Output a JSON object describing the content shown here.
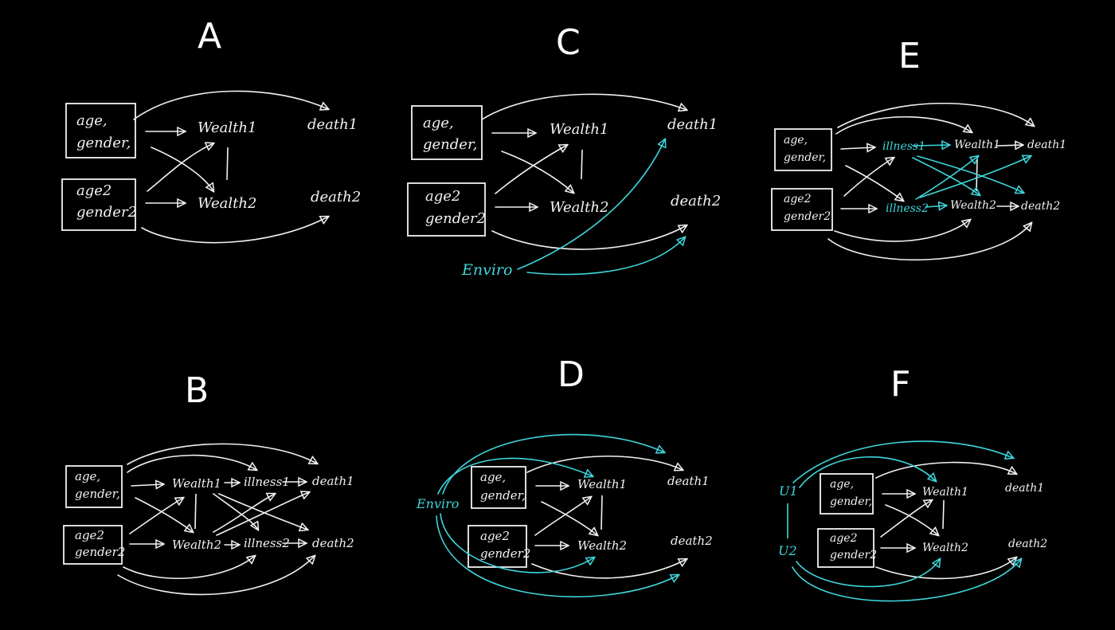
{
  "panels": {
    "A": {
      "letter": "A",
      "age1": "age,",
      "gender1": "gender,",
      "age2": "age2",
      "gender2": "gender2",
      "wealth1": "Wealth1",
      "wealth2": "Wealth2",
      "death1": "death1",
      "death2": "death2"
    },
    "B": {
      "letter": "B",
      "age1": "age,",
      "gender1": "gender,",
      "age2": "age2",
      "gender2": "gender2",
      "wealth1": "Wealth1",
      "wealth2": "Wealth2",
      "illness1": "illness1",
      "illness2": "illness2",
      "death1": "death1",
      "death2": "death2"
    },
    "C": {
      "letter": "C",
      "age1": "age,",
      "gender1": "gender,",
      "age2": "age2",
      "gender2": "gender2",
      "wealth1": "Wealth1",
      "wealth2": "Wealth2",
      "death1": "death1",
      "death2": "death2",
      "enviro": "Enviro"
    },
    "D": {
      "letter": "D",
      "age1": "age,",
      "gender1": "gender,",
      "age2": "age2",
      "gender2": "gender2",
      "wealth1": "Wealth1",
      "wealth2": "Wealth2",
      "death1": "death1",
      "death2": "death2",
      "enviro": "Enviro"
    },
    "E": {
      "letter": "E",
      "age1": "age,",
      "gender1": "gender,",
      "age2": "age2",
      "gender2": "gender2",
      "illness1": "illness1",
      "illness2": "illness2",
      "wealth1": "Wealth1",
      "wealth2": "Wealth2",
      "death1": "death1",
      "death2": "death2"
    },
    "F": {
      "letter": "F",
      "age1": "age,",
      "gender1": "gender,",
      "age2": "age2",
      "gender2": "gender2",
      "wealth1": "Wealth1",
      "wealth2": "Wealth2",
      "death1": "death1",
      "death2": "death2",
      "u1": "U1",
      "u2": "U2"
    }
  },
  "colors": {
    "background": "#000000",
    "ink": "#f2f2f2",
    "highlight": "#3fd6dc"
  }
}
